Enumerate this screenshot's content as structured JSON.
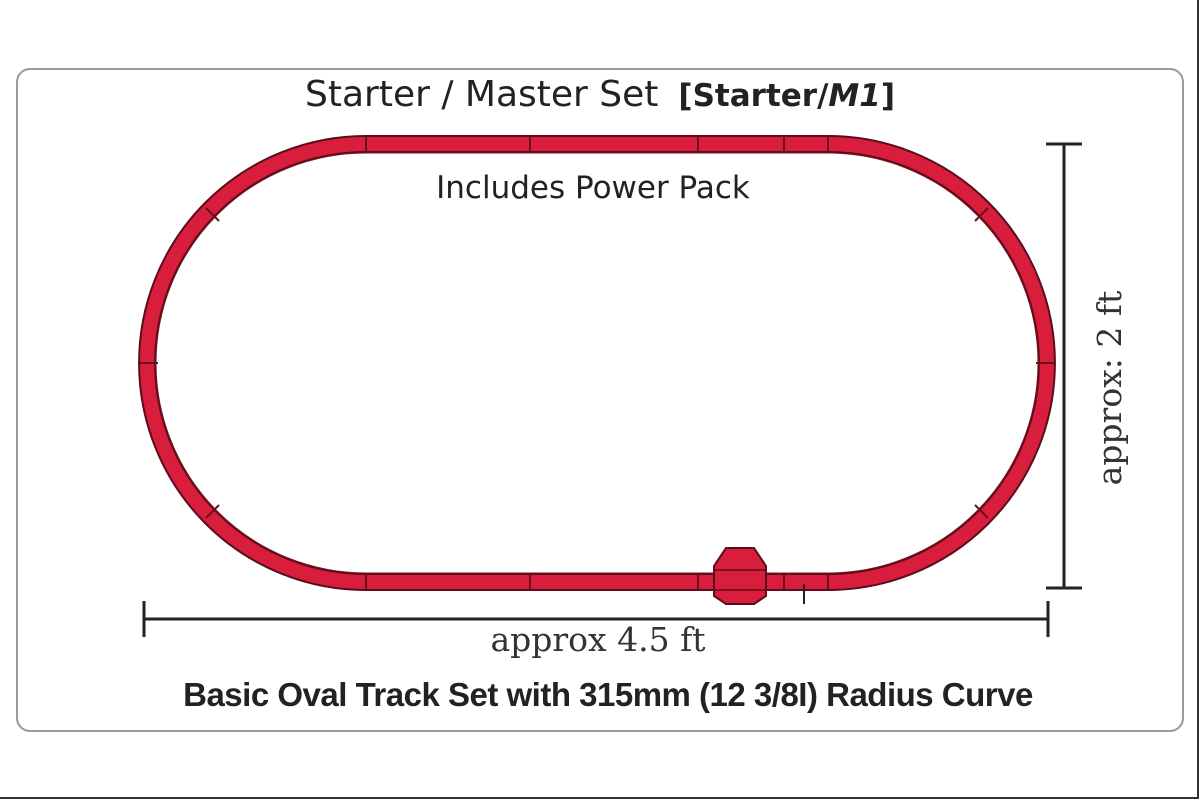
{
  "diagram": {
    "title_main": "Starter / Master Set",
    "title_code_bracket_open": "[",
    "title_code_prefix": "Starter/",
    "title_code_italic": "M1",
    "title_code_bracket_close": "]",
    "subtitle": "Includes Power Pack",
    "width_label": "approx 4.5 ft",
    "height_label": "approx: 2 ft",
    "caption": "Basic Oval Track Set with 315mm (12 3/8I) Radius Curve"
  },
  "colors": {
    "track": "#d81e3c",
    "track_outline": "#5a0d1a",
    "dimension_lines": "#222222",
    "panel_border": "#9a9a9a"
  },
  "icons": {
    "power_connector": "power-connector-icon"
  }
}
